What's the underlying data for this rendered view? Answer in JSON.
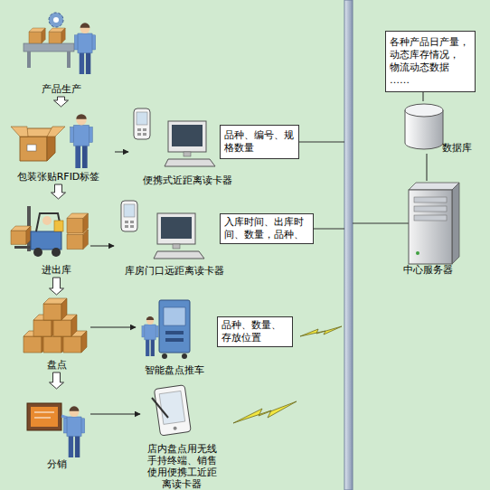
{
  "diagram": {
    "nodes": [
      {
        "text": [
          "产品生产"
        ]
      },
      {
        "text": [
          "包装张贴RFID标签"
        ]
      },
      {
        "text": [
          "进出库"
        ]
      },
      {
        "text": [
          "盘点"
        ]
      },
      {
        "text": [
          "分销"
        ]
      },
      {
        "text": [
          "便携式近距离读卡器"
        ]
      },
      {
        "text": [
          "库房门口远距离读卡器"
        ]
      },
      {
        "text": [
          "智能盘点推车"
        ]
      },
      {
        "text": [
          "店内盘点用无线 手持终端、销售 使用便携工近距 离读卡器"
        ]
      },
      {
        "text": [
          "品种、编号、规 格数量"
        ]
      },
      {
        "text": [
          "入库时间、出库时 间、数量，品种、"
        ]
      },
      {
        "text": [
          "品种、数量、 存放位置"
        ]
      },
      {
        "text": [
          "各种产品日产量， 动态库存情况， 物流动态数据 ……"
        ]
      },
      {
        "text": [
          "数据库"
        ]
      },
      {
        "text": [
          "中心服务器"
        ]
      }
    ],
    "edges": [
      {
        "from": 0,
        "to": 1,
        "arrow": "to"
      },
      {
        "from": 1,
        "to": 2,
        "arrow": "to"
      },
      {
        "from": 2,
        "to": 3,
        "arrow": "to"
      },
      {
        "from": 3,
        "to": 4,
        "arrow": "to"
      },
      {
        "from": 1,
        "to": 5,
        "arrow": "to"
      },
      {
        "from": 2,
        "to": 6,
        "arrow": "to"
      },
      {
        "from": 3,
        "to": 7,
        "arrow": "to"
      },
      {
        "from": 4,
        "to": 8,
        "arrow": "to"
      },
      {
        "from": 12,
        "to": 13,
        "arrow": "none"
      },
      {
        "from": 13,
        "to": 14,
        "arrow": "none"
      }
    ]
  }
}
